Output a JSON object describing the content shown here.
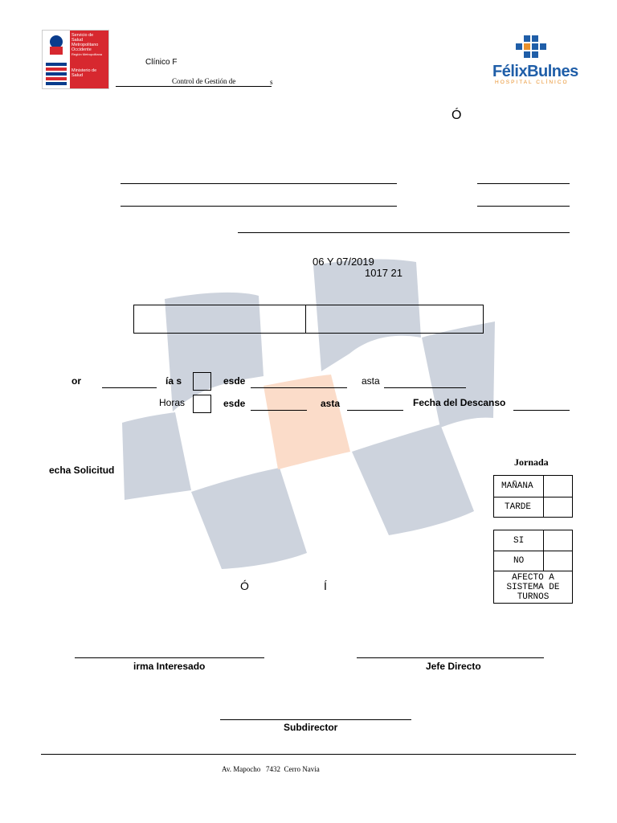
{
  "header": {
    "ministry_logo_lines": [
      "Servicio de",
      "Salud",
      "Metropolitano",
      "Occidente",
      "Región Metropolitana",
      "Ministerio de",
      "Salud"
    ],
    "clinic_fragment": "Clínico F",
    "control_text": "Control de Gestión de",
    "control_suffix": "s",
    "hospital_brand": "FélixBulnes",
    "hospital_sub": "HOSPITAL CLÍNICO",
    "accent_char": "Ó"
  },
  "dates": {
    "date_text": "06 Y 07/2019",
    "number_text": "1017 21"
  },
  "fields": {
    "por_label": "or",
    "dias_label": "ía s",
    "desde_label": "esde",
    "hasta_label": "asta",
    "horas_label": "Horas",
    "desde2_label": "esde",
    "hasta2_label": "asta",
    "fecha_descanso_label": "Fecha del Descanso",
    "fecha_solicitud_label": "echa Solicitud"
  },
  "jornada": {
    "title": "Jornada",
    "rows": [
      "MAÑANA",
      "TARDE"
    ]
  },
  "turnos": {
    "rows": [
      "SI",
      "NO"
    ],
    "caption": "AFECTO A SISTEMA DE TURNOS"
  },
  "middle_chars": [
    "Ó",
    "Í"
  ],
  "signatures": {
    "interesado": "irma Interesado",
    "jefe": "Jefe Directo",
    "subdirector": "Subdirector"
  },
  "footer": {
    "address": "Av. Mapocho   7432  Cerro Navia"
  },
  "colors": {
    "watermark": "#cdd3dd",
    "watermark_accent": "#fbdcc9",
    "logo_red": "#d7282f",
    "logo_blue": "#0a3c8c",
    "brand_blue": "#1f5ea8",
    "brand_orange": "#e8912d"
  }
}
